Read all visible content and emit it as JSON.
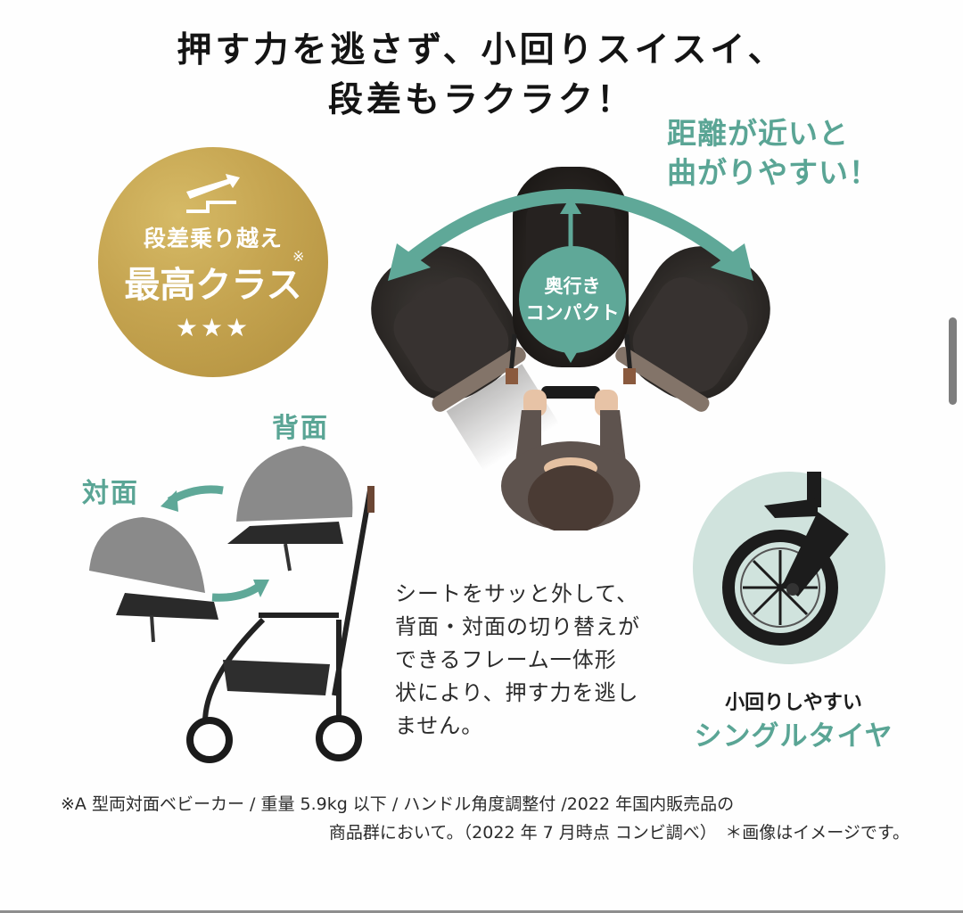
{
  "headline": {
    "line1": "押す力を逃さず、小回りスイスイ、",
    "line2": "段差もラクラク！"
  },
  "callout_turn": {
    "line1": "距離が近いと",
    "line2": "曲がりやすい！"
  },
  "badge": {
    "icon": "step-up-arrow-icon",
    "line1": "段差乗り越え",
    "line2": "最高クラス",
    "note_mark": "※",
    "stars": "★★★",
    "color": "#c5a450"
  },
  "compact_label": {
    "line1": "奥行き",
    "line2": "コンパクト"
  },
  "seat_labels": {
    "rear_facing": "背面",
    "face_to_face": "対面"
  },
  "description": {
    "lines": [
      "シートをサッと外して、",
      "背面・対面の切り替えが",
      "できるフレーム一体形",
      "状により、押す力を逃し",
      "ません。"
    ]
  },
  "wheel": {
    "caption1": "小回りしやすい",
    "caption2": "シングルタイヤ",
    "circle_color": "#d0e3dd"
  },
  "footnote": {
    "line1": "※A 型両対面ベビーカー / 重量 5.9kg 以下 / ハンドル角度調整付 /2022 年国内販売品の",
    "line2": "商品群において。（2022 年 7 月時点 コンビ調べ）　＊画像はイメージです。"
  },
  "colors": {
    "teal": "#5aa595",
    "gold": "#c5a450",
    "text": "#141414"
  }
}
